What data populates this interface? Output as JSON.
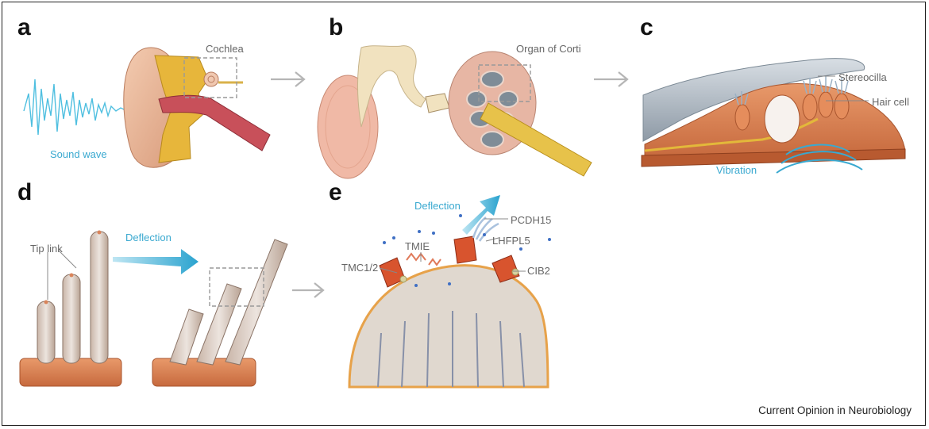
{
  "panels": {
    "a": {
      "letter": "a",
      "labels": {
        "cochlea": "Cochlea",
        "sound_wave": "Sound wave"
      }
    },
    "b": {
      "letter": "b",
      "labels": {
        "organ_of_corti": "Organ of Corti"
      }
    },
    "c": {
      "letter": "c",
      "labels": {
        "stereocilla": "Stereocilla",
        "hair_cell": "Hair cell",
        "vibration": "Vibration"
      }
    },
    "d": {
      "letter": "d",
      "labels": {
        "tip_link": "Tip link",
        "deflection": "Deflection"
      }
    },
    "e": {
      "letter": "e",
      "labels": {
        "deflection": "Deflection",
        "pcdh15": "PCDH15",
        "tmie": "TMIE",
        "lhfpl5": "LHFPL5",
        "tmc": "TMC1/2",
        "cib2": "CIB2"
      }
    }
  },
  "footer": "Current Opinion in Neurobiology",
  "colors": {
    "accent_blue": "#3aa9d0",
    "arrow_gray": "#b5b5b5",
    "tissue": "#d9845a",
    "nerve": "#e3b83a",
    "membrane": "#9aa7b3"
  }
}
